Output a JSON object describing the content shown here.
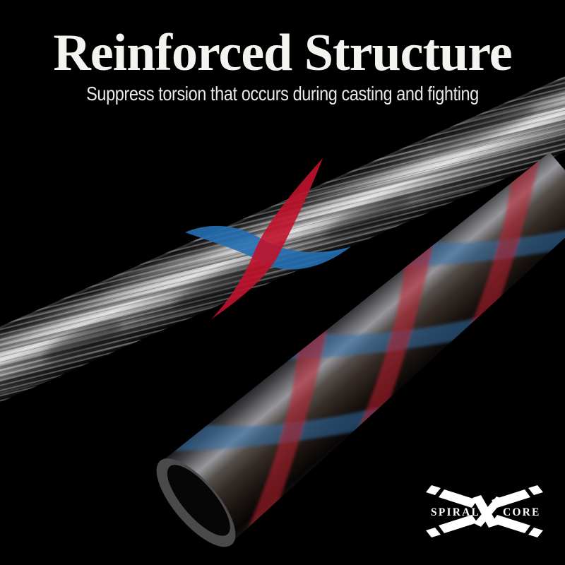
{
  "page": {
    "title": "Reinforced Structure",
    "subtitle": "Suppress torsion that occurs during casting and fighting"
  },
  "logo": {
    "left_text": "SPIRAL",
    "right_text": "CORE",
    "mark": "spiral-x-core-x-mark-icon"
  },
  "scene": {
    "upper_object": "carbon-fiber-wrapped-rod-blank",
    "lower_object": "rod-blank-with-red-blue-spiral-wrap",
    "overlay": "red-blue-x-ribbon-graphic"
  },
  "colors": {
    "background": "#000000",
    "accent_red": "#c1122b",
    "accent_blue": "#2470b4",
    "title_text": "#f4f3f0",
    "subtitle_text": "#e9e9e9",
    "logo_white": "#ffffff",
    "tube_rim_gray": "#4a4a4a"
  }
}
